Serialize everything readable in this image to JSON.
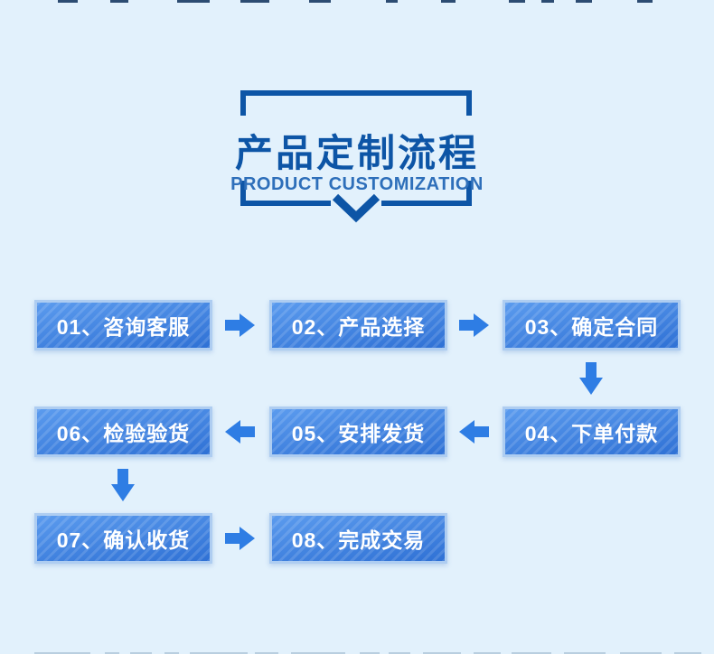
{
  "theme": {
    "page-bg": "#e2f1fc",
    "deep-blue": "#0d55a6",
    "subtitle-blue": "#2e6fba",
    "box-border": "#aecdf1",
    "box-grad-top": "#5b9bee",
    "box-grad-bottom": "#2f71d5",
    "box-text": "#ffffff",
    "arrow-blue": "#2e7de4"
  },
  "header": {
    "title": "产品定制流程",
    "subtitle": "PRODUCT CUSTOMIZATION"
  },
  "flow": {
    "steps": [
      {
        "number": "01",
        "label": "咨询客服",
        "text": "01、咨询客服"
      },
      {
        "number": "02",
        "label": "产品选择",
        "text": "02、产品选择"
      },
      {
        "number": "03",
        "label": "确定合同",
        "text": "03、确定合同"
      },
      {
        "number": "04",
        "label": "下单付款",
        "text": "04、下单付款"
      },
      {
        "number": "05",
        "label": "安排发货",
        "text": "05、安排发货"
      },
      {
        "number": "06",
        "label": "检验验货",
        "text": "06、检验验货"
      },
      {
        "number": "07",
        "label": "确认收货",
        "text": "07、确认收货"
      },
      {
        "number": "08",
        "label": "完成交易",
        "text": "08、完成交易"
      }
    ]
  }
}
